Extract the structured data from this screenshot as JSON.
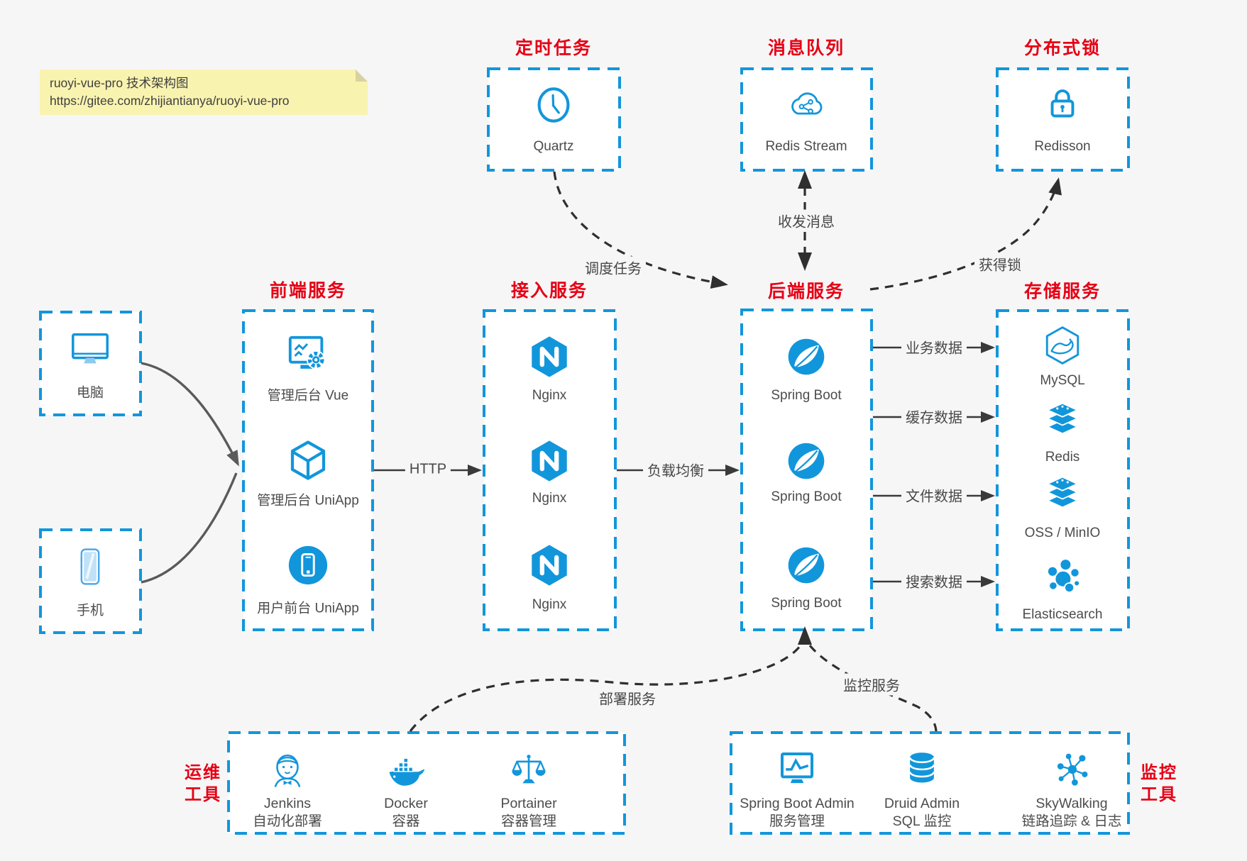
{
  "colors": {
    "accent_blue": "#1296db",
    "title_red": "#e60014",
    "canvas_bg": "#f6f6f7",
    "note_bg": "#f9f3b0",
    "solid_arrow": "#3a3a3a",
    "dashed_arrow": "#2f2f2f",
    "client_arrow_gray": "#5a5a5a"
  },
  "note": {
    "line1": "ruoyi-vue-pro 技术架构图",
    "line2": "https://gitee.com/zhijiantianya/ruoyi-vue-pro"
  },
  "top_groups": {
    "scheduler": {
      "title": "定时任务",
      "item": {
        "icon": "clock-icon",
        "label": "Quartz"
      }
    },
    "mq": {
      "title": "消息队列",
      "item": {
        "icon": "cloud-share-icon",
        "label": "Redis Stream"
      }
    },
    "lock": {
      "title": "分布式锁",
      "item": {
        "icon": "lock-icon",
        "label": "Redisson"
      }
    }
  },
  "clients": {
    "pc": {
      "icon": "monitor-icon",
      "label": "电脑"
    },
    "mobile": {
      "icon": "smartphone-icon",
      "label": "手机"
    }
  },
  "columns": {
    "frontend": {
      "title": "前端服务",
      "items": [
        {
          "icon": "admin-vue-icon",
          "label": "管理后台 Vue"
        },
        {
          "icon": "uniapp-cube-icon",
          "label": "管理后台 UniApp"
        },
        {
          "icon": "user-app-icon",
          "label": "用户前台 UniApp"
        }
      ]
    },
    "gateway": {
      "title": "接入服务",
      "items": [
        {
          "icon": "nginx-icon",
          "label": "Nginx"
        },
        {
          "icon": "nginx-icon",
          "label": "Nginx"
        },
        {
          "icon": "nginx-icon",
          "label": "Nginx"
        }
      ]
    },
    "backend": {
      "title": "后端服务",
      "items": [
        {
          "icon": "spring-boot-icon",
          "label": "Spring Boot"
        },
        {
          "icon": "spring-boot-icon",
          "label": "Spring Boot"
        },
        {
          "icon": "spring-boot-icon",
          "label": "Spring Boot"
        }
      ]
    },
    "storage": {
      "title": "存储服务",
      "items": [
        {
          "icon": "mysql-icon",
          "label": "MySQL"
        },
        {
          "icon": "redis-stack-icon",
          "label": "Redis"
        },
        {
          "icon": "oss-stack-icon",
          "label": "OSS / MinIO"
        },
        {
          "icon": "elasticsearch-icon",
          "label": "Elasticsearch"
        }
      ]
    }
  },
  "bottom_groups": {
    "ops": {
      "side_label": [
        "运维",
        "工具"
      ],
      "items": [
        {
          "icon": "jenkins-icon",
          "line1": "Jenkins",
          "line2": "自动化部署"
        },
        {
          "icon": "docker-icon",
          "line1": "Docker",
          "line2": "容器"
        },
        {
          "icon": "portainer-icon",
          "line1": "Portainer",
          "line2": "容器管理"
        }
      ]
    },
    "monitoring": {
      "side_label": [
        "监控",
        "工具"
      ],
      "items": [
        {
          "icon": "spring-boot-admin-icon",
          "line1": "Spring Boot Admin",
          "line2": "服务管理"
        },
        {
          "icon": "druid-icon",
          "line1": "Druid Admin",
          "line2": "SQL 监控"
        },
        {
          "icon": "skywalking-icon",
          "line1": "SkyWalking",
          "line2": "链路追踪 & 日志"
        }
      ]
    }
  },
  "edge_labels": {
    "http": "HTTP",
    "load_balance": "负载均衡",
    "business_data": "业务数据",
    "cache_data": "缓存数据",
    "file_data": "文件数据",
    "search_data": "搜索数据",
    "schedule_task": "调度任务",
    "send_receive_msg": "收发消息",
    "acquire_lock": "获得锁",
    "deploy_service": "部署服务",
    "monitor_service": "监控服务"
  }
}
